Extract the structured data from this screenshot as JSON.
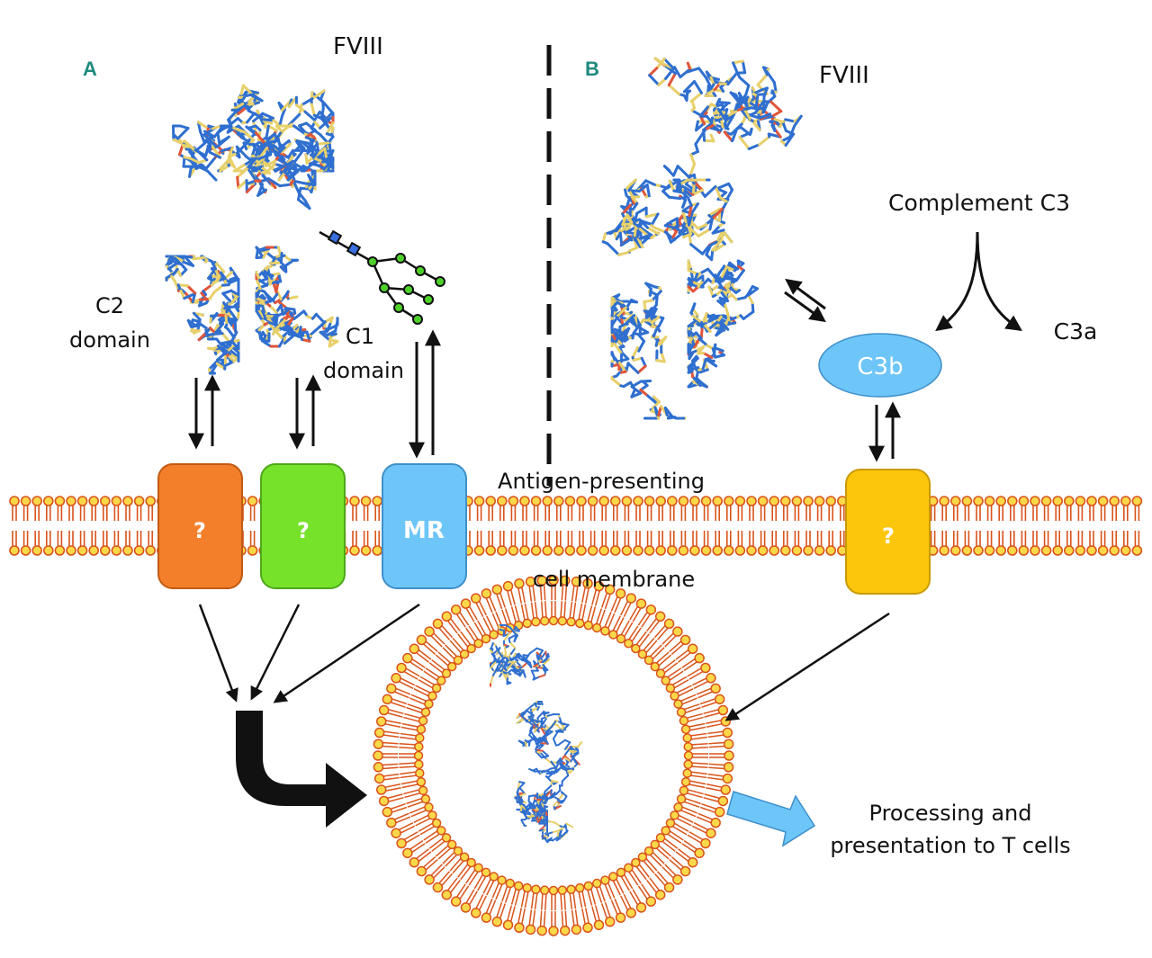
{
  "panels": {
    "a": {
      "letter": "A",
      "protein_label": "FVIII",
      "c2_line1": "C2",
      "c2_line2": "domain",
      "c1_line1": "C1",
      "c1_line2": "domain"
    },
    "b": {
      "letter": "B",
      "protein_label": "FVIII",
      "complement_label": "Complement C3",
      "c3a_label": "C3a",
      "c3b_label": "C3b"
    }
  },
  "membrane": {
    "label_top": "Antigen-presenting",
    "label_bottom": "cell membrane"
  },
  "receptors": [
    {
      "id": "orange",
      "label": "?",
      "color": "#f47f2a",
      "stroke": "#c25a14"
    },
    {
      "id": "green",
      "label": "?",
      "color": "#76e22a",
      "stroke": "#4fa81a"
    },
    {
      "id": "mr",
      "label": "MR",
      "color": "#6ec6f8",
      "stroke": "#3f8fca"
    },
    {
      "id": "yellow",
      "label": "?",
      "color": "#fbc60c",
      "stroke": "#c99a06"
    }
  ],
  "outcome": {
    "line1": "Processing and",
    "line2": "presentation to T cells"
  },
  "colors": {
    "protein_blue": "#2f6fd0",
    "protein_yellow": "#e8d06a",
    "protein_red": "#e0553a",
    "lipid_head": "#fbd84a",
    "lipid_stroke": "#d9541a",
    "glycan_green": "#4ed02a",
    "glycan_blue": "#3a6fe0",
    "c3b_fill": "#6ec6f8",
    "big_arrow_blue": "#6ec6f8"
  }
}
